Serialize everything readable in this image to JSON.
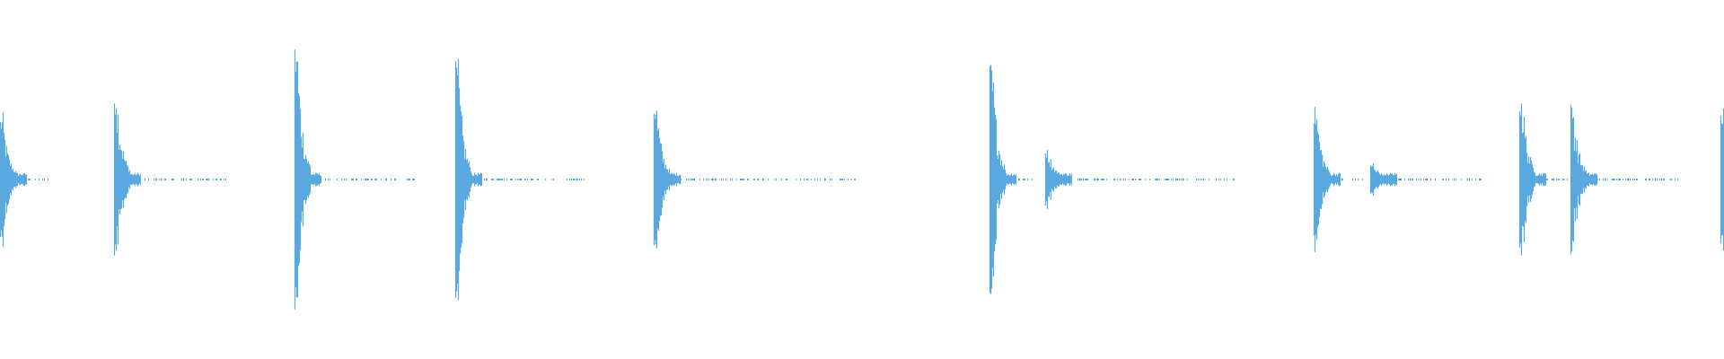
{
  "waveform": {
    "color": "#5aa8e0",
    "events": [
      {
        "t": 0.0,
        "peak": 0.42,
        "dur": 0.03
      },
      {
        "t": 0.066,
        "peak": 0.6,
        "dur": 0.065
      },
      {
        "t": 0.171,
        "peak": 0.9,
        "dur": 0.07
      },
      {
        "t": 0.264,
        "peak": 0.78,
        "dur": 0.075
      },
      {
        "t": 0.379,
        "peak": 0.52,
        "dur": 0.12
      },
      {
        "t": 0.574,
        "peak": 0.78,
        "dur": 0.025
      },
      {
        "t": 0.606,
        "peak": 0.2,
        "dur": 0.11
      },
      {
        "t": 0.762,
        "peak": 0.48,
        "dur": 0.03
      },
      {
        "t": 0.795,
        "peak": 0.1,
        "dur": 0.065
      },
      {
        "t": 0.881,
        "peak": 0.58,
        "dur": 0.028
      },
      {
        "t": 0.911,
        "peak": 0.5,
        "dur": 0.065
      },
      {
        "t": 0.998,
        "peak": 0.46,
        "dur": 0.002
      }
    ]
  }
}
